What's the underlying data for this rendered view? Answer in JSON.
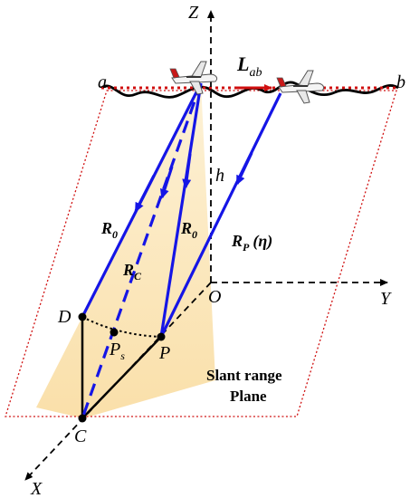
{
  "labels": {
    "z_axis": "Z",
    "y_axis": "Y",
    "x_axis": "X",
    "origin": "O",
    "point_a": "a",
    "point_b": "b",
    "L_main": "L",
    "L_sub": "ab",
    "h": "h",
    "R0_left_main": "R",
    "R0_left_sub": "0",
    "R0_right_main": "R",
    "R0_right_sub": "0",
    "RC_main": "R",
    "RC_sub": "C",
    "RP_main": "R",
    "RP_sub": "P",
    "RP_arg": "(η)",
    "point_D": "D",
    "point_C": "C",
    "point_P": "P",
    "point_Ps_main": "P",
    "point_Ps_sub": "s",
    "plane_caption_1": "Slant range",
    "plane_caption_2": "Plane"
  },
  "colors": {
    "beam": "#1515e6",
    "plane_border": "#d01010",
    "flight_path": "#d01010",
    "cone_fill": "#fbe3ad",
    "axis": "#000000"
  },
  "icons": [
    "airplane-icon"
  ]
}
